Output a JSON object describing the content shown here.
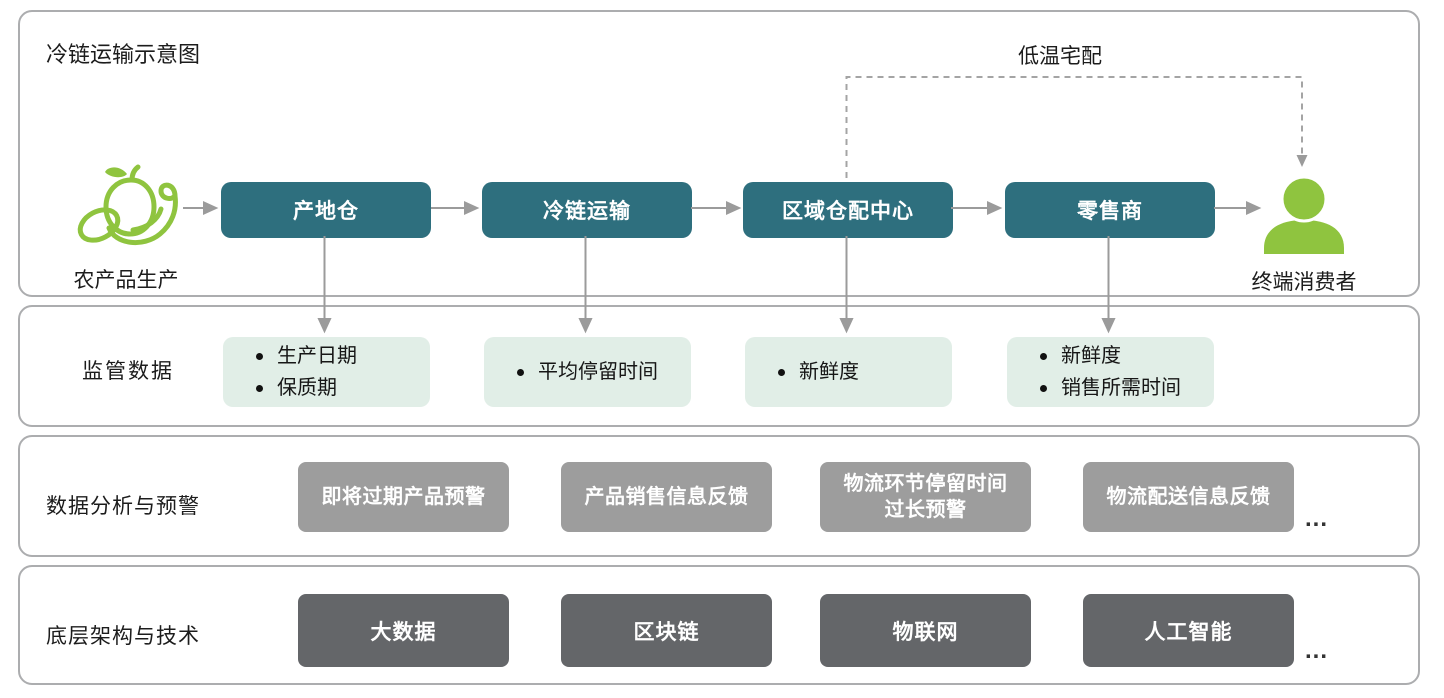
{
  "diagram_title": "冷链运输示意图",
  "colors": {
    "teal_node": "#2e6f7e",
    "light_green_box": "#e1eee7",
    "mid_gray_box": "#9d9d9d",
    "dark_gray_box": "#646669",
    "accent_green": "#8fc43f",
    "arrow_gray": "#9b9b9b"
  },
  "flow": {
    "source_label": "农产品生产",
    "nodes": [
      "产地仓",
      "冷链运输",
      "区域仓配中心",
      "零售商"
    ],
    "consumer_label": "终端消费者",
    "home_delivery_label": "低温宅配"
  },
  "supervision": {
    "title": "监管数据",
    "boxes": [
      {
        "items": [
          "生产日期",
          "保质期"
        ]
      },
      {
        "items": [
          "平均停留时间"
        ]
      },
      {
        "items": [
          "新鲜度"
        ]
      },
      {
        "items": [
          "新鲜度",
          "销售所需时间"
        ]
      }
    ]
  },
  "analysis": {
    "title": "数据分析与预警",
    "boxes": [
      "即将过期产品预警",
      "产品销售信息反馈",
      "物流环节停留时间\n过长预警",
      "物流配送信息反馈"
    ],
    "more": "..."
  },
  "infrastructure": {
    "title": "底层架构与技术",
    "boxes": [
      "大数据",
      "区块链",
      "物联网",
      "人工智能"
    ],
    "more": "..."
  }
}
